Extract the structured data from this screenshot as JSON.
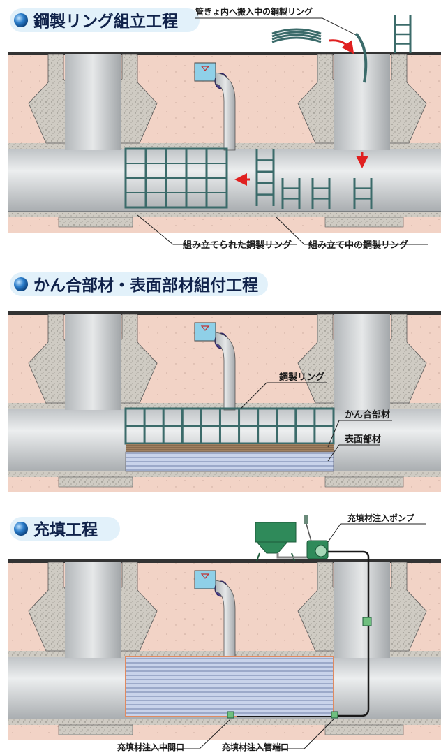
{
  "sections": [
    {
      "title": "鋼製リング組立工程",
      "labels": {
        "top_note": "管きょ内へ搬入中の鋼製リング",
        "assembled": "組み立てられた鋼製リング",
        "assembling": "組み立て中の鋼製リング"
      }
    },
    {
      "title": "かん合部材・表面部材組付工程",
      "labels": {
        "ring": "鋼製リング",
        "fitting": "かん合部材",
        "surface": "表面部材"
      }
    },
    {
      "title": "充填工程",
      "labels": {
        "pump": "充填材注入ポンプ",
        "middle_port": "充填材注入中間口",
        "end_port": "充填材注入管端口"
      }
    }
  ],
  "colors": {
    "soil": "#f2d3c6",
    "pipe": "#cfd2d4",
    "concrete": "#c9c6bf",
    "ground_line": "#333333",
    "ring": "#3b6b6a",
    "arrow": "#e02020",
    "badge_bg": "#e2f1fa",
    "badge_ball": "#1e6fb8",
    "water": "#8fd0e8",
    "motor": "#4a3f8a",
    "pump_green": "#2f8a5a",
    "fitting": "#a08060",
    "surface": "#b8c6e0"
  },
  "icons": [
    "globe-bullet-icon",
    "water-level-icon",
    "motor-icon",
    "arrow-icon",
    "ladder-icon",
    "tank-icon",
    "pump-icon",
    "valve-icon"
  ]
}
